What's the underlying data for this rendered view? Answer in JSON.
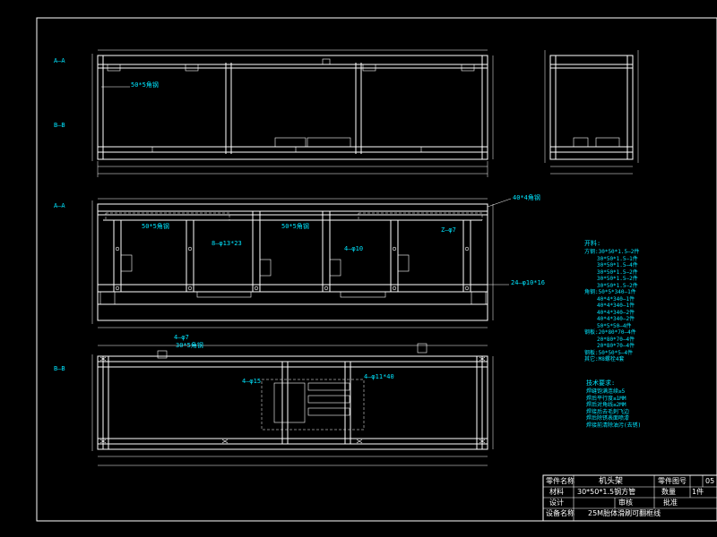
{
  "section_labels": {
    "a_top": "A—A",
    "b_top": "B—B",
    "a_mid": "A—A",
    "b_bot": "B—B"
  },
  "callouts": {
    "top_angle": "50*5角钢",
    "mid_angle_top_right": "40*4角钢",
    "mid_angle_left": "50*5角钢",
    "mid_hole_8": "8—φ13*23",
    "mid_angle_center": "50*5角钢",
    "mid_hole_4_10": "4—φ10",
    "mid_z": "Z—φ7",
    "mid_hole_24": "24—φ10*16",
    "bot_hole_4_7": "4—φ7",
    "bot_angle": "30*5角钢",
    "bot_hole_4_15": "4—φ15",
    "bot_hole_4_11": "4—φ11*40"
  },
  "notes": {
    "heading": "开料:",
    "lines": [
      "方钢:30*50*1.5—2件",
      "30*50*1.5—1件",
      "30*50*1.5—4件",
      "30*50*1.5—2件",
      "30*50*1.5—2件",
      "30*50*1.5—2件",
      "角钢:50*5*340—1件",
      "40*4*340—1件",
      "40*4*340—1件",
      "40*4*340—2件",
      "40*4*340—2件",
      "50*5*50—4件",
      "钢板:20*80*70—4件",
      "20*80*70—4件",
      "20*80*70—4件",
      "钢板:50*50*5—4件",
      "其它:M8螺栓4套"
    ],
    "tech_heading": "技术要求:",
    "tech_lines": [
      "焊缝饱满连续≥5",
      "焊后平行度≤1MM",
      "焊后对角线≤2MM",
      "焊接后去毛刺飞边",
      "焊后除锈表面喷漆",
      "焊接前清除油污(去锈)"
    ]
  },
  "title_block": {
    "part_name_label": "零件名称",
    "part_name": "机头架",
    "drawing_no_label": "零件图号",
    "drawing_no": "05",
    "material_label": "材料",
    "material": "30*50*1.5钢方管",
    "qty_label": "数量",
    "qty": "1件",
    "design_label": "设计",
    "review_label": "审核",
    "approve_label": "批准",
    "equipment_label": "设备名称",
    "equipment": "25M胎体滑刷可翻框线"
  }
}
